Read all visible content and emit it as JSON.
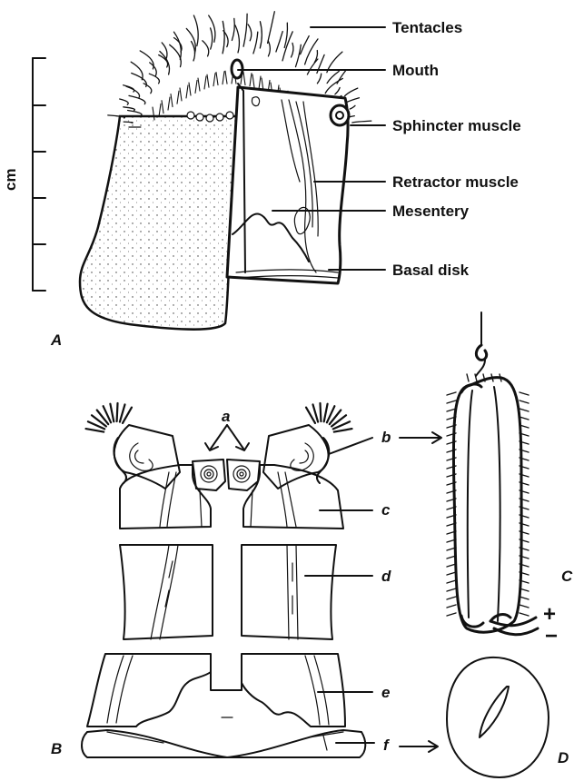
{
  "panel_a": {
    "panel_label": "A",
    "scale_unit": "cm",
    "labels": {
      "tentacles": "Tentacles",
      "mouth": "Mouth",
      "sphincter": "Sphincter muscle",
      "retractor": "Retractor muscle",
      "mesentery": "Mesentery",
      "basal_disk": "Basal disk"
    }
  },
  "panel_b": {
    "panel_label": "B",
    "section_labels": {
      "a": "a",
      "b": "b",
      "c": "c",
      "d": "d",
      "e": "e",
      "f": "f"
    }
  },
  "panel_c": {
    "panel_label": "C",
    "plus": "+",
    "minus": "−"
  },
  "panel_d": {
    "panel_label": "D"
  }
}
